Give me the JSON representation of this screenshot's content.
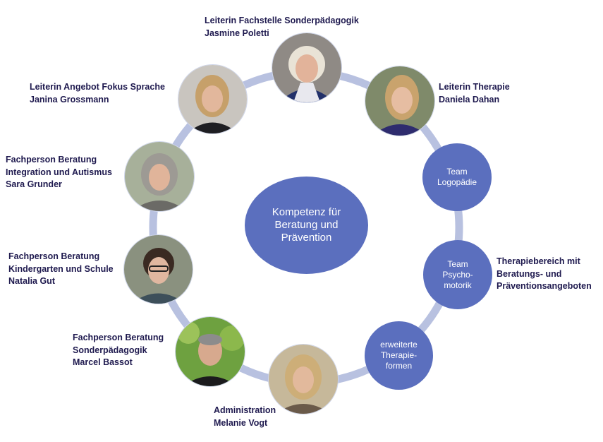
{
  "center": {
    "text": "Kompetenz für\nBeratung und\nPrävention"
  },
  "teams": {
    "logo": "Team\nLogopädie",
    "psycho": "Team\nPsycho-\nmotorik",
    "erweitert": "erweiterte\nTherapie-\nformen"
  },
  "labels": {
    "poletti": "Leiterin Fachstelle Sonderpädagogik\nJasmine Poletti",
    "grossmann": "Leiterin Angebot Fokus Sprache\nJanina Grossmann",
    "dahan": "Leiterin Therapie\nDaniela Dahan",
    "grunder": "Fachperson  Beratung\nIntegration und Autismus\nSara Grunder",
    "gut": "Fachperson  Beratung\nKindergarten und Schule\nNatalia Gut",
    "bassot": "Fachperson  Beratung\nSonderpädagogik\nMarcel Bassot",
    "vogt": "Administration\nMelanie Vogt",
    "therapiebereich": "Therapiebereich mit\nBeratungs- und\nPräventionsangeboten"
  },
  "colors": {
    "node": "#5b6fbe",
    "ring": "#b8c1e0",
    "label": "#1f1a4f"
  }
}
